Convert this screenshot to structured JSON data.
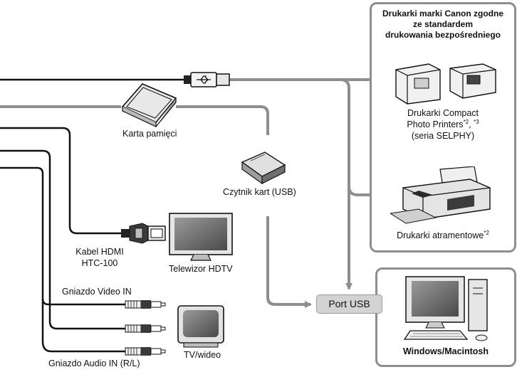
{
  "printers_box": {
    "title_line1": "Drukarki marki Canon zgodne",
    "title_line2": "ze standardem",
    "title_line3": "drukowania bezpośredniego",
    "compact_line1": "Drukarki Compact",
    "compact_line2_prefix": "Photo Printers",
    "compact_sup_a": "*2",
    "compact_sep": ", ",
    "compact_sup_b": "*3",
    "compact_line3": "(seria SELPHY)",
    "inkjet_label": "Drukarki atramentowe",
    "inkjet_sup": "*2"
  },
  "labels": {
    "memory_card": "Karta pamięci",
    "card_reader": "Czytnik kart (USB)",
    "hdmi_line1": "Kabel HDMI",
    "hdmi_line2": "HTC-100",
    "hdtv": "Telewizor HDTV",
    "video_in": "Gniazdo Video IN",
    "tv": "TV/wideo",
    "audio_in": "Gniazdo Audio IN (R/L)",
    "usb_port": "Port USB"
  },
  "computer_box": {
    "label": "Windows/Macintosh"
  },
  "colors": {
    "black_cable": "#111111",
    "gray_line": "#8e8e8e",
    "port_fill": "#d3d3d3"
  },
  "icons": [
    "usb-plug-icon",
    "memory-card-icon",
    "card-reader-icon",
    "hdmi-plug-icon",
    "hdtv-icon",
    "crt-tv-icon",
    "rca-plug-icon",
    "compact-photo-printer-icon",
    "inkjet-printer-icon",
    "desktop-computer-icon"
  ]
}
